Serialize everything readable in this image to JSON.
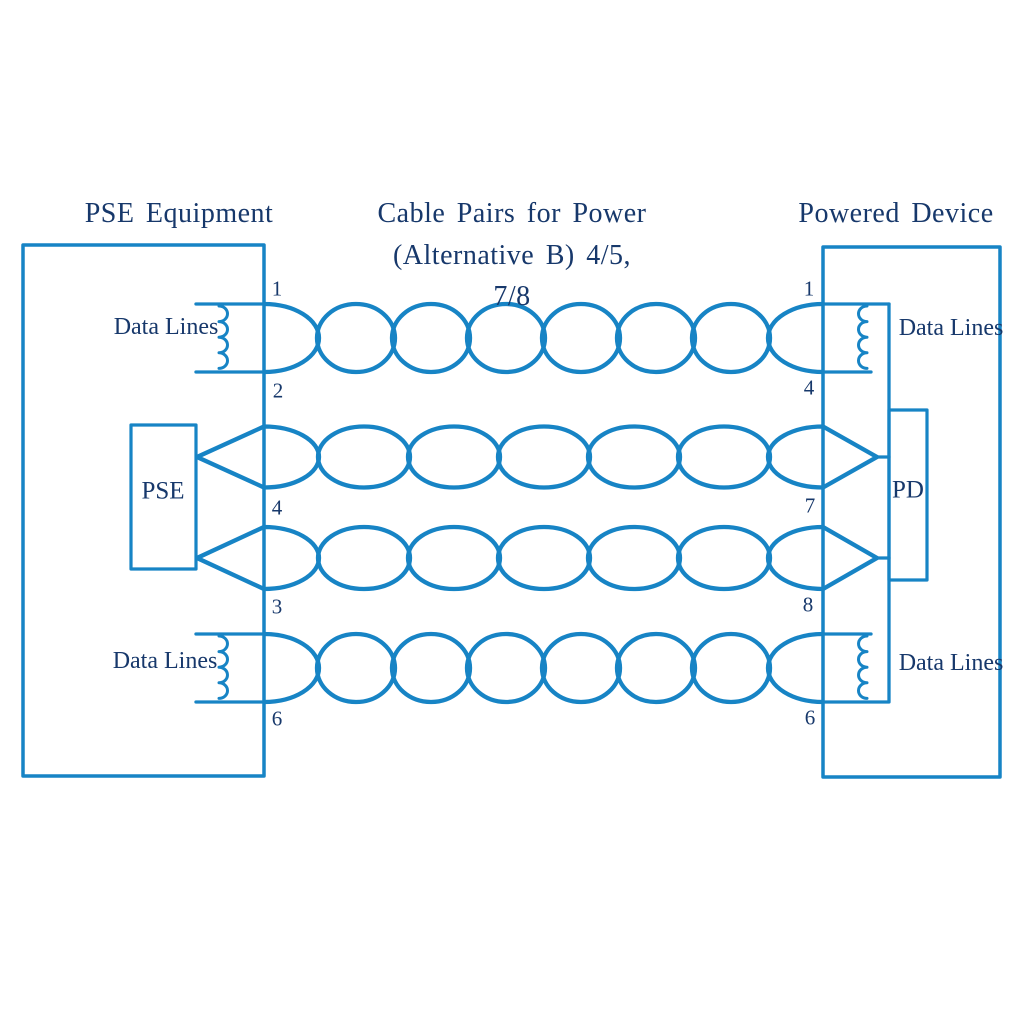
{
  "titles": {
    "left": "PSE Equipment",
    "center_line1": "Cable Pairs for Power",
    "center_line2": "(Alternative B) 4/5,",
    "center_line3": "7/8",
    "right": "Powered Device"
  },
  "boxes": {
    "pse": "PSE",
    "pd": "PD"
  },
  "data_lines": {
    "left_top": "Data Lines",
    "left_bottom": "Data Lines",
    "right_top": "Data Lines",
    "right_bottom": "Data Lines"
  },
  "pins": {
    "left": [
      "1",
      "2",
      "4",
      "3",
      "6"
    ],
    "right": [
      "1",
      "4",
      "7",
      "8",
      "6"
    ]
  },
  "colors": {
    "line": "#1784C5",
    "text": "#17386B",
    "background": "#FFFFFF"
  }
}
